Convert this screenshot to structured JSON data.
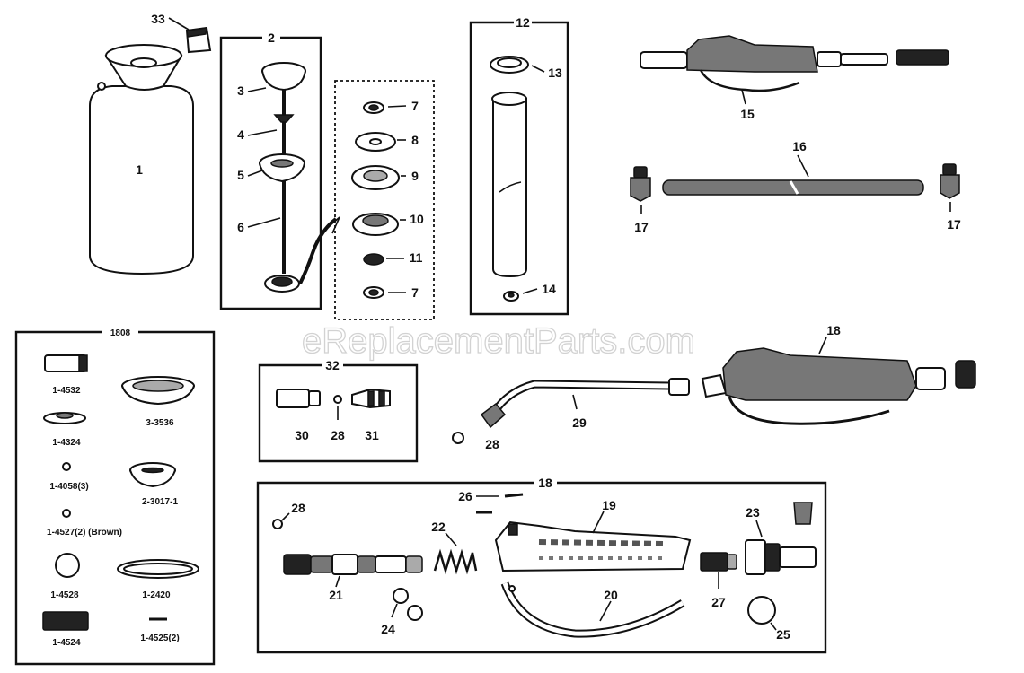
{
  "watermark": "eReplacementParts.com",
  "groups": {
    "g2": "2",
    "g12": "12",
    "g32": "32",
    "g18": "18",
    "kit": "1808"
  },
  "callouts": {
    "c1": "1",
    "c3": "3",
    "c4": "4",
    "c5": "5",
    "c6": "6",
    "c7a": "7",
    "c8": "8",
    "c9": "9",
    "c10": "10",
    "c11": "11",
    "c7b": "7",
    "c13": "13",
    "c14": "14",
    "c15": "15",
    "c16": "16",
    "c17a": "17",
    "c17b": "17",
    "c18": "18",
    "c19": "19",
    "c20": "20",
    "c21": "21",
    "c22": "22",
    "c23": "23",
    "c24a": "24",
    "c24b": "24",
    "c25": "25",
    "c26": "26",
    "c27": "27",
    "c28a": "28",
    "c28b": "28",
    "c29": "29",
    "c30": "30",
    "c31": "31",
    "c33": "33"
  },
  "kit_items": [
    "1-4532",
    "3-3536",
    "1-4324",
    "1-4058(3)",
    "2-3017-1",
    "1-4527(2) (Brown)",
    "1-4528",
    "1-2420",
    "1-4524",
    "1-4525(2)"
  ]
}
